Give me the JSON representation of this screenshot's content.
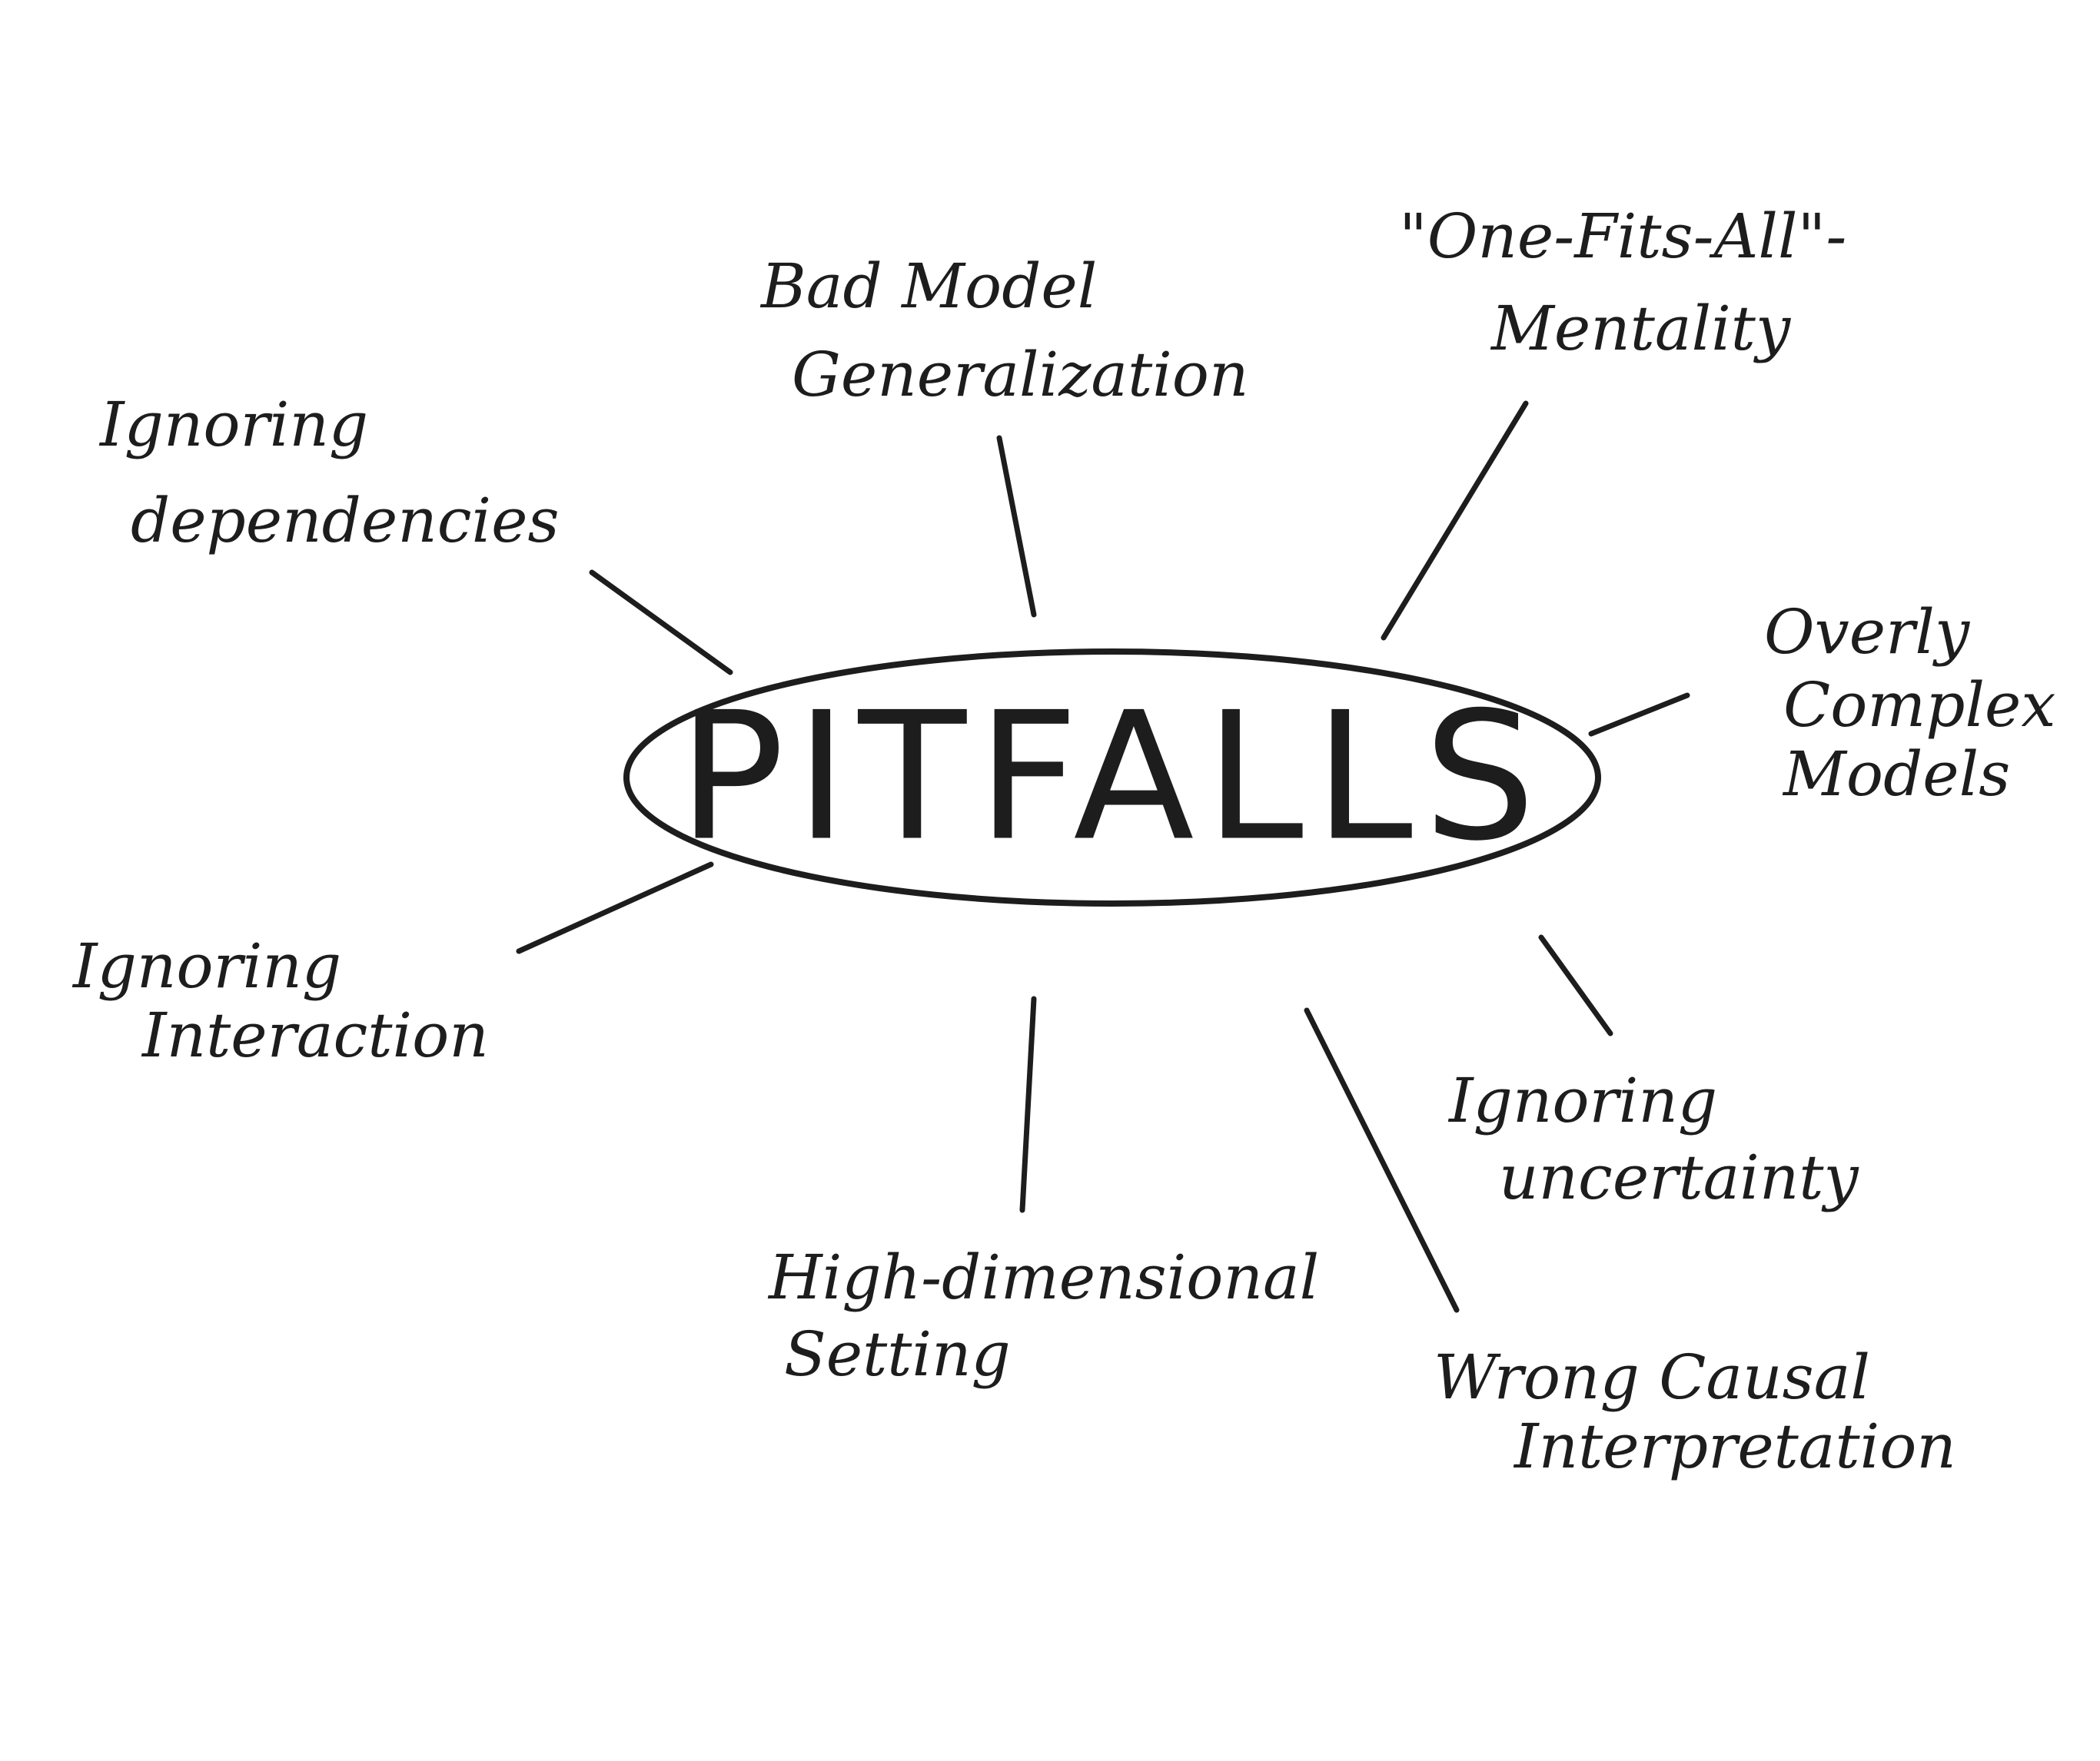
{
  "central": {
    "label": "PITFALLS"
  },
  "nodes": [
    {
      "id": "ignoring-dependencies",
      "lines": [
        "Ignoring",
        "dependencies"
      ]
    },
    {
      "id": "bad-model-generalization",
      "lines": [
        "Bad Model",
        "Generalization"
      ]
    },
    {
      "id": "one-fits-all",
      "lines": [
        "\"One-Fits-All\"-",
        "Mentality"
      ]
    },
    {
      "id": "overly-complex",
      "lines": [
        "Overly",
        "Complex",
        "Models"
      ]
    },
    {
      "id": "ignoring-uncertainty",
      "lines": [
        "Ignoring",
        "uncertainty"
      ]
    },
    {
      "id": "wrong-causal",
      "lines": [
        "Wrong Causal",
        "Interpretation"
      ]
    },
    {
      "id": "high-dimensional",
      "lines": [
        "High-dimensional",
        "Setting"
      ]
    },
    {
      "id": "ignoring-interaction",
      "lines": [
        "Ignoring",
        "Interaction"
      ]
    }
  ],
  "colors": {
    "ink": "#1d1d1d",
    "background": "#ffffff"
  }
}
